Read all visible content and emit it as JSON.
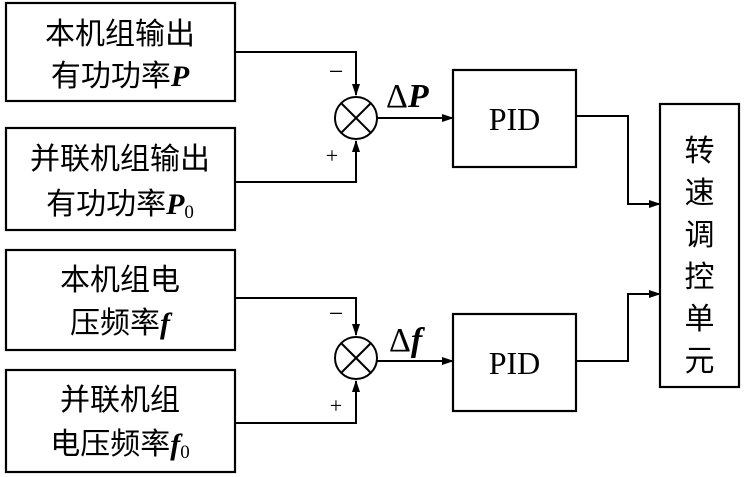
{
  "inputs": {
    "p_local": {
      "line1": "本机组输出",
      "line2": "有功功率",
      "symbol": "P"
    },
    "p_grid": {
      "line1": "并联机组输出",
      "line2": "有功功率",
      "symbol": "P",
      "subscript": "0"
    },
    "f_local": {
      "line1": "本机组电",
      "line2": "压频率",
      "symbol": "f"
    },
    "f_grid": {
      "line1": "并联机组",
      "line2": "电压频率",
      "symbol": "f",
      "subscript": "0"
    }
  },
  "summers": {
    "top": {
      "minus": "−",
      "plus": "+",
      "error_delta": "Δ",
      "error_symbol": "P"
    },
    "bottom": {
      "minus": "−",
      "plus": "+",
      "error_delta": "Δ",
      "error_symbol": "f"
    }
  },
  "controllers": {
    "top": {
      "label": "PID"
    },
    "bottom": {
      "label": "PID"
    }
  },
  "speed_unit": {
    "chars": [
      "转",
      "速",
      "调",
      "控",
      "单",
      "元"
    ]
  }
}
